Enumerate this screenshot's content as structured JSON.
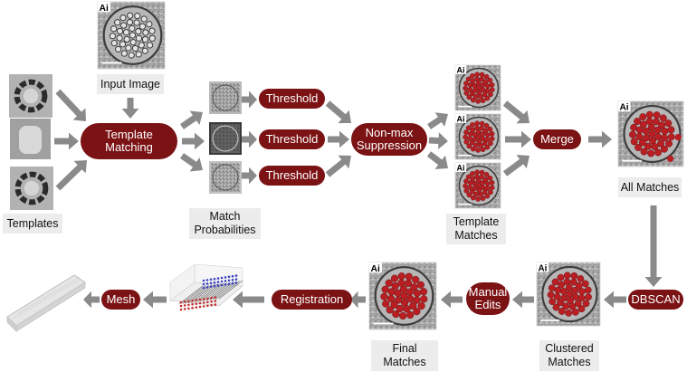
{
  "colors": {
    "pill": "#7b1214",
    "arrow": "#8a8a8a",
    "label_bg": "#ececec",
    "match_dot": "#b81e22"
  },
  "labels": {
    "input_image": "Input Image",
    "templates": "Templates",
    "match_probabilities": "Match\nProbabilities",
    "template_matches": "Template\nMatches",
    "all_matches": "All Matches",
    "clustered_matches": "Clustered\nMatches",
    "final_matches": "Final\nMatches"
  },
  "steps": {
    "template_matching": "Template\nMatching",
    "threshold": "Threshold",
    "non_max_suppression": "Non-max\nSuppression",
    "merge": "Merge",
    "dbscan": "DBSCAN",
    "manual_edits": "Manual\nEdits",
    "registration": "Registration",
    "mesh": "Mesh"
  },
  "image_badge": "Ai",
  "icons": [
    "arrow-icon",
    "micrograph-image",
    "template-image",
    "probability-map-image",
    "3d-plot-image",
    "mesh-image"
  ]
}
